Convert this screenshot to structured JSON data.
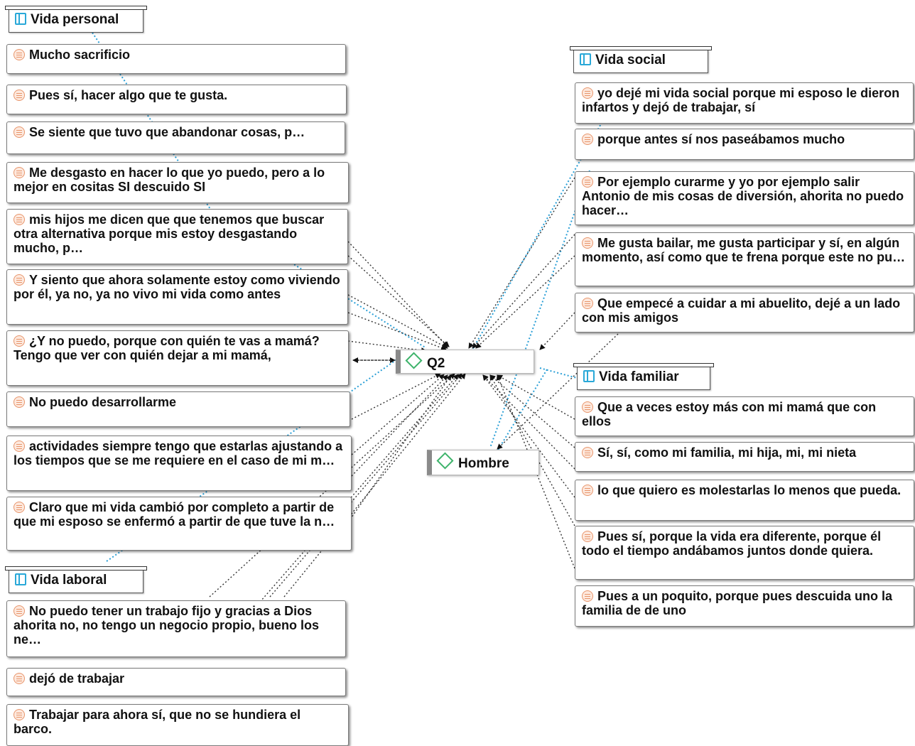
{
  "colors": {
    "group_link": "#2a9fd6",
    "code_link": "#333333",
    "code_icon": "#3db36a",
    "group_icon": "#29a8d8",
    "quote_icon": "#e8956b"
  },
  "groups": {
    "vida_personal": "Vida personal",
    "vida_social": "Vida social",
    "vida_familiar": "Vida familiar",
    "vida_laboral": "Vida laboral"
  },
  "codes": {
    "q2": "Q2",
    "hombre": "Hombre"
  },
  "quotes": {
    "q01": "Mucho sacrificio",
    "q02": "Pues sí, hacer algo que te gusta.",
    "q03": "Se siente que tuvo que abandonar cosas, p…",
    "q04": "Me desgasto en hacer lo que yo puedo, pero a lo mejor en cositas SI descuido SI",
    "q05": "mis hijos me dicen que que tenemos que buscar otra alternativa porque mis estoy desgastando mucho, p…",
    "q06": "Y siento que ahora solamente estoy como viviendo por él, ya no, ya no vivo mi vida como antes",
    "q07": "¿Y no puedo, porque con quién te vas a mamá? Tengo que ver con quién dejar a mi mamá,",
    "q08": "No puedo desarrollarme",
    "q09": "actividades siempre tengo que estarlas ajustando a los tiempos que se me requiere en el caso de mi m…",
    "q10": "Claro que mi vida cambió por completo a partir de que mi esposo se enfermó a partir de que tuve la n…",
    "q11": "No puedo tener un trabajo fijo y gracias a Dios ahorita no, no tengo un negocio propio, bueno los ne…",
    "q12": "dejó de trabajar",
    "q13": "Trabajar para ahora sí, que no se hundiera el barco.",
    "q14": "yo dejé mi vida social porque mi esposo le dieron infartos y dejó de trabajar, sí",
    "q15": "porque antes sí nos paseábamos mucho",
    "q16": "Por ejemplo curarme y yo por ejemplo salir Antonio de mis cosas de diversión, ahorita no puedo hacer…",
    "q17": "Me gusta bailar, me gusta participar y sí, en algún momento, así como que te frena porque este no pu…",
    "q18": "Que empecé a cuidar a mi abuelito, dejé a un lado con mis amigos",
    "q19": "Que a veces estoy más con mi mamá que con ellos",
    "q20": "Sí, sí, como mi familia, mi hija, mi, mi nieta",
    "q21": "lo que quiero es molestarlas lo menos que pueda.",
    "q22": "Pues sí, porque la vida era diferente, porque él todo el tiempo andábamos juntos donde quiera.",
    "q23": "Pues a un poquito, porque pues descuida uno la familia de de uno"
  }
}
